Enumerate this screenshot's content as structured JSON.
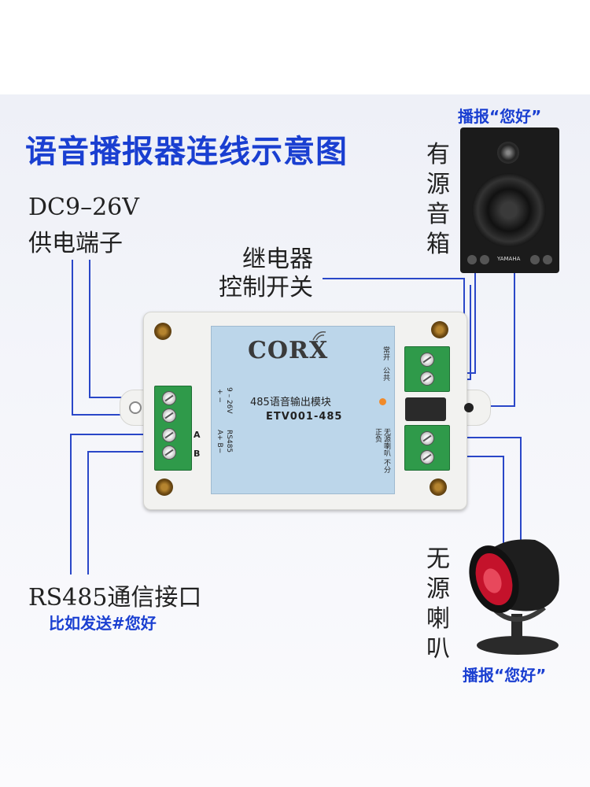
{
  "title": "语音播报器连线示意图",
  "power": {
    "line1": "DC9–26V",
    "line2": "供电端子"
  },
  "relay": {
    "line1": "继电器",
    "line2": "控制开关"
  },
  "rs485": {
    "label": "RS485通信接口",
    "example": "比如发送#您好"
  },
  "active_speaker": {
    "caption": "播报“您好”",
    "chars": [
      "有",
      "源",
      "音",
      "箱"
    ],
    "brand_mark": "YAMAHA"
  },
  "passive_horn": {
    "caption": "播报“您好”",
    "chars": [
      "无",
      "源",
      "喇",
      "叭"
    ]
  },
  "module": {
    "brand": "CORX",
    "name": "485语音输出模块",
    "code": "ETV001-485",
    "left_labels": {
      "voltage": "9 – 26V",
      "polarity": "+  −",
      "bus": "RS485",
      "bus_pins": "A+  B−"
    },
    "right_top_labels": [
      "常开",
      "公共"
    ],
    "right_bottom_label": "无源喇叭 不分正负",
    "terminal_letter_a": "A",
    "terminal_letter_b": "B"
  },
  "colors": {
    "title": "#1a3fd1",
    "wire": "#2a47c8",
    "terminal": "#2f9a4a",
    "panel": "#bcd6ea"
  }
}
